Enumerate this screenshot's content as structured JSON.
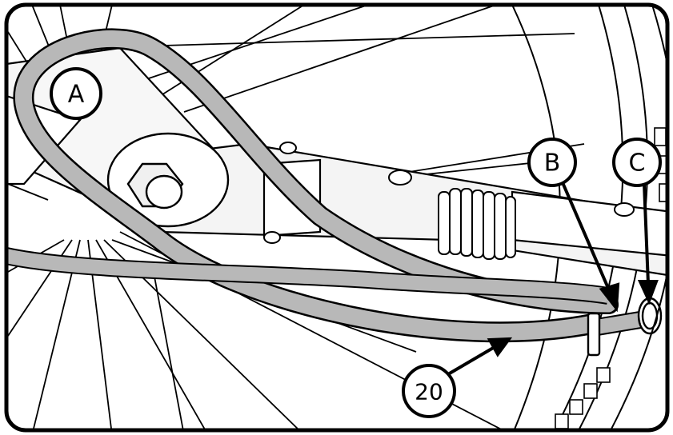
{
  "figure": {
    "callouts": [
      {
        "id": "A",
        "label": "A"
      },
      {
        "id": "B",
        "label": "B"
      },
      {
        "id": "C",
        "label": "C"
      },
      {
        "id": "20",
        "label": "20"
      }
    ],
    "colors": {
      "strap": "#b8b8b8",
      "line": "#000000",
      "background": "#ffffff",
      "metal": "#f4f4f4"
    }
  }
}
